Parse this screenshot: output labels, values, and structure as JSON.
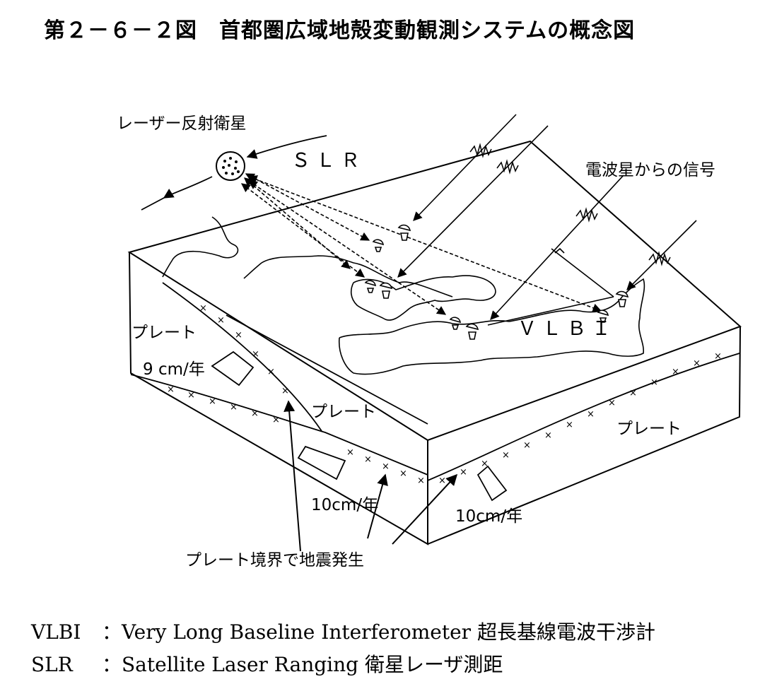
{
  "title": "第２－６－２図　首都圏広域地殻変動観測システムの概念図",
  "labels": {
    "satellite": "レーザー反射衛星",
    "slr": "ＳＬＲ",
    "radio_star": "電波星からの信号",
    "vlbi": "ＶＬＢＩ",
    "plate": "プレート",
    "rate_9": "9 cm/年",
    "rate_10a": "10cm/年",
    "rate_10b": "10cm/年",
    "earthquake": "プレート境界で地震発生"
  },
  "legend": [
    {
      "abbr": "VLBI",
      "desc": "：Very Long Baseline Interferometer 超長基線電波干渉計"
    },
    {
      "abbr": "SLR",
      "desc": "：Satellite Laser Ranging 衛星レーザ測距"
    }
  ]
}
